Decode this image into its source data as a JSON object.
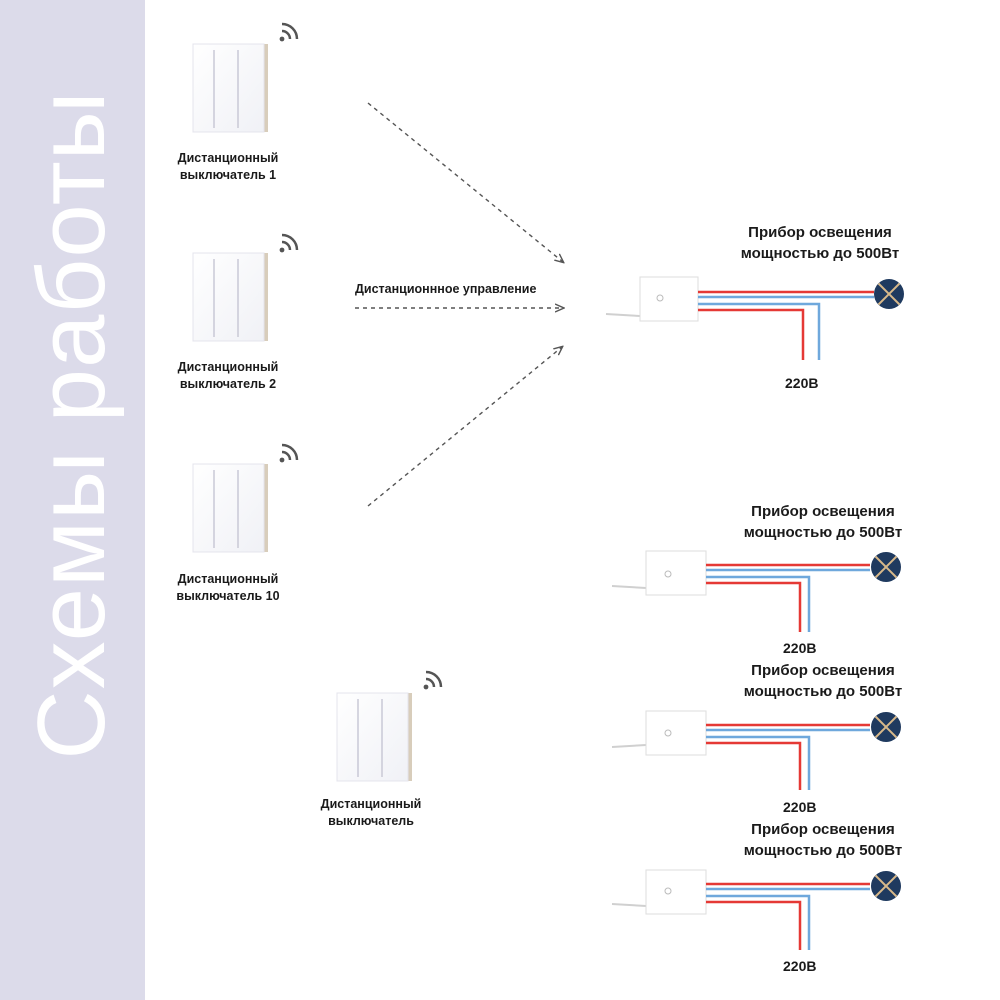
{
  "sidebar": {
    "title": "Схемы работы"
  },
  "switches": [
    {
      "line1": "Дистанционный",
      "line2": "выключатель 1"
    },
    {
      "line1": "Дистанционный",
      "line2": "выключатель 2"
    },
    {
      "line1": "Дистанционный",
      "line2": "выключатель 10"
    },
    {
      "line1": "Дистанционный",
      "line2": "выключатель"
    }
  ],
  "remote_control_label": "Дистанционнное управление",
  "circuits": [
    {
      "title_line1": "Прибор освещения",
      "title_line2": "мощностью до 500Вт",
      "voltage": "220В"
    },
    {
      "title_line1": "Прибор освещения",
      "title_line2": "мощностью до 500Вт",
      "voltage": "220В"
    },
    {
      "title_line1": "Прибор освещения",
      "title_line2": "мощностью до 500Вт",
      "voltage": "220В"
    },
    {
      "title_line1": "Прибор освещения",
      "title_line2": "мощностью до 500Вт",
      "voltage": "220В"
    }
  ],
  "colors": {
    "sidebar": "#dcdbea",
    "wire_red": "#e53935",
    "wire_blue": "#6fa8dc",
    "lamp": "#1f3a5f",
    "arrow": "#555555"
  }
}
